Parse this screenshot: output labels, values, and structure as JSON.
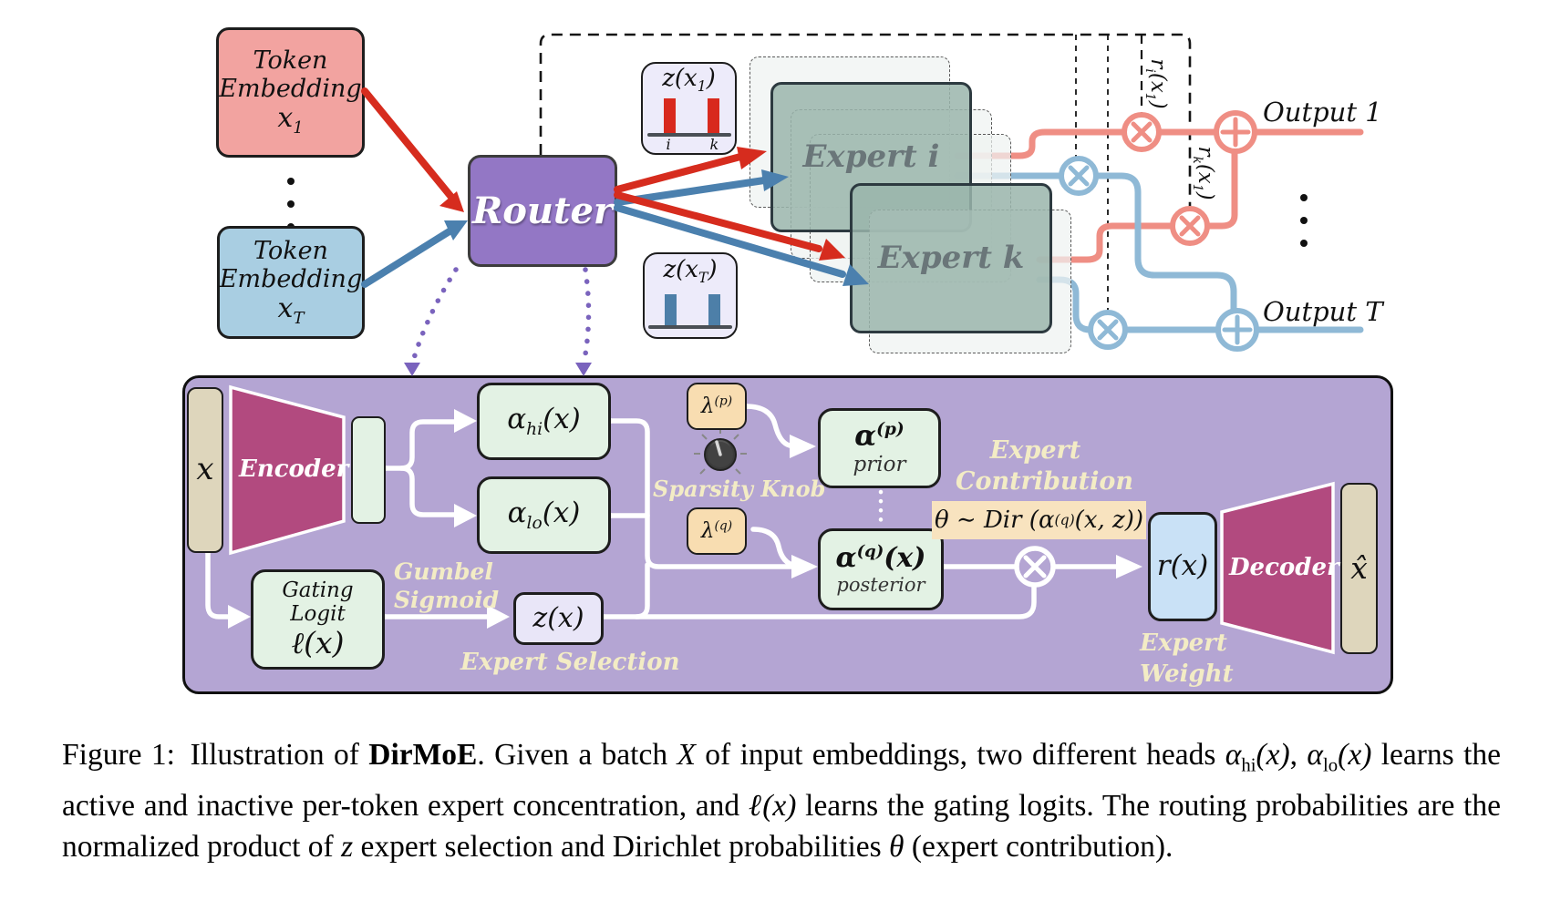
{
  "top": {
    "token1": {
      "line1": "Token",
      "line2": "Embedding",
      "var": "x",
      "sub": "1"
    },
    "tokenT": {
      "line1": "Token",
      "line2": "Embedding",
      "var": "x",
      "sub": "T"
    },
    "router": "Router",
    "z1": {
      "pre": "z(x",
      "sub": "1",
      "post": ")",
      "bar1": "i",
      "bar2": "k"
    },
    "zT": {
      "pre": "z(x",
      "sub": "T",
      "post": ")"
    },
    "expert_i": "Expert i",
    "expert_k": "Expert k",
    "r_i": {
      "pre": "r",
      "sub": "i",
      "mid": "(x",
      "sub2": "1",
      "post": ")"
    },
    "r_k": {
      "pre": "r",
      "sub": "k",
      "mid": "(x",
      "sub2": "1",
      "post": ")"
    },
    "output1": "Output 1",
    "outputT": "Output T"
  },
  "panel": {
    "x": "x",
    "encoder": "Encoder",
    "alpha_hi": {
      "pre": "α",
      "sub": "hi",
      "post": "(x)"
    },
    "alpha_lo": {
      "pre": "α",
      "sub": "lo",
      "post": "(x)"
    },
    "gating": {
      "line1": "Gating Logit",
      "line2": "ℓ(x)"
    },
    "gumbel": {
      "line1": "Gumbel",
      "line2": "Sigmoid"
    },
    "z": "z(x)",
    "expert_selection": "Expert Selection",
    "lambda_p": {
      "pre": "λ",
      "sup": "(p)"
    },
    "lambda_q": {
      "pre": "λ",
      "sup": "(q)"
    },
    "sparsity": "Sparsity Knob",
    "alpha_p": {
      "pre": "α",
      "sup": "(p)",
      "caption": "prior"
    },
    "alpha_q": {
      "pre": "α",
      "sup": "(q)",
      "post": "(x)",
      "caption": "posterior"
    },
    "contribution": {
      "line1": "Expert",
      "line2": "Contribution"
    },
    "theta": {
      "pre": "θ ∼ Dir (α",
      "sup": "(q)",
      "post": "(x, z))"
    },
    "r": "r(x)",
    "expert_weight": {
      "line1": "Expert",
      "line2": "Weight"
    },
    "decoder": "Decoder",
    "xhat": "x̂"
  },
  "caption": {
    "segments": [
      {
        "t": "Figure 1: Illustration of "
      },
      {
        "t": "DirMoE"
      },
      {
        "t": ". Given a batch "
      },
      {
        "t": "X"
      },
      {
        "t": " of input embeddings, two different heads "
      },
      {
        "t": "α"
      },
      {
        "t": "hi"
      },
      {
        "t": "(x)"
      },
      {
        "t": ", "
      },
      {
        "t": "α"
      },
      {
        "t": "lo"
      },
      {
        "t": "(x)"
      },
      {
        "t": " learns the active and inactive per-token expert concentration, and "
      },
      {
        "t": "ℓ(x)"
      },
      {
        "t": " learns the gating logits. The routing probabilities are the normalized product of "
      },
      {
        "t": "z"
      },
      {
        "t": " expert selection and Dirichlet probabilities "
      },
      {
        "t": "θ"
      },
      {
        "t": " (expert contribution)."
      }
    ]
  },
  "colors": {
    "token_pink": "#f2a3a0",
    "token_blue": "#a9cee2",
    "router_purple": "#9377c5",
    "panel_purple": "#b4a5d3",
    "arrow_red": "#d62c1e",
    "arrow_blue": "#4b80ae",
    "wire_salmon": "#ef8e84",
    "wire_lightblue": "#8fb9d6",
    "magenta": "#b24a7f",
    "light_green": "#e3f2e4",
    "peach": "#f8ddb1",
    "pale_yellow_text": "#f3ecc5",
    "tan": "#ded6bc",
    "lavender": "#edebfa",
    "r_box_blue": "#c9e1f6",
    "expert_teal": "#9ab5ac"
  }
}
